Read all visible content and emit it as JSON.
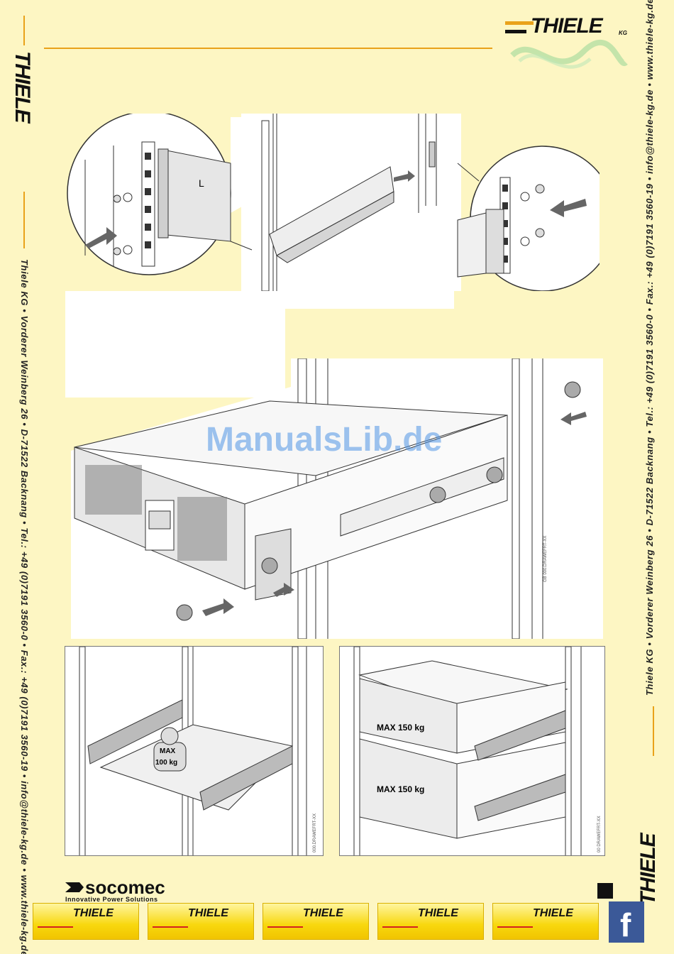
{
  "brand": {
    "name": "THIELE",
    "suffix": "KG",
    "accent_color": "#e9a21a",
    "background_color": "#fdf6c3"
  },
  "left_margin_text": "Thiele KG • Vorderer Weinberg 26 • D-71522 Backnang • Tel.: +49 (0)7191 3560-0 • Fax.: +49 (0)7191 3560-19 • info@thiele-kg.de • www.thiele-kg.de",
  "right_margin_text": "Thiele KG • Vorderer Weinberg 26 • D-71522 Backnang • Tel.: +49 (0)7191 3560-0 • Fax.: +49 (0)7191 3560-19 • info@thiele-kg.de • www.thiele-kg.de",
  "watermark": "ManualsLib.de",
  "figures": {
    "rail_label": "L",
    "ref_a": "GB 000.DRAWEFRT-XX",
    "ref_b": "000.DRAWEFRT-XX",
    "ref_c": "00 DRAWEFRT-XX",
    "weight_tag_line1": "MAX",
    "weight_tag_line2": "100 kg",
    "max_label_1": "MAX 150 kg",
    "max_label_2": "MAX 150 kg"
  },
  "footer": {
    "socomec_name": "socomec",
    "socomec_tagline": "Innovative Power Solutions",
    "badges": [
      "THIELE",
      "THIELE",
      "THIELE",
      "THIELE",
      "THIELE"
    ],
    "facebook_letter": "f",
    "facebook_color": "#3b5998"
  }
}
